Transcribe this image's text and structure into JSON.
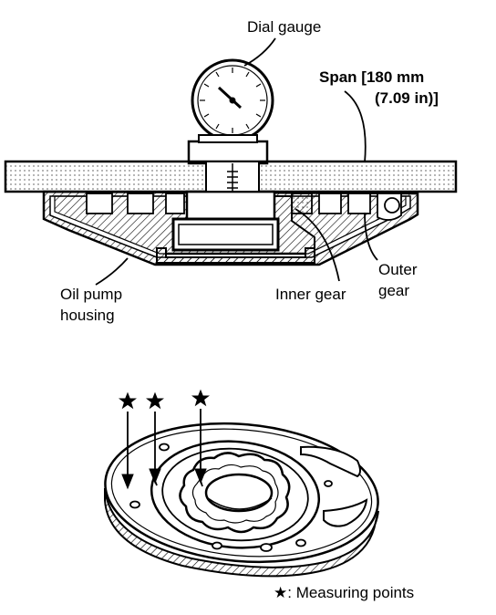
{
  "labels": {
    "dial_gauge": "Dial gauge",
    "span_line1": "Span [180 mm",
    "span_line2": "(7.09 in)]",
    "oil_pump_line1": "Oil pump",
    "oil_pump_line2": "housing",
    "inner_gear": "Inner gear",
    "outer_line1": "Outer",
    "outer_line2": "gear",
    "legend_star": "★",
    "legend_text": ": Measuring points"
  },
  "colors": {
    "ink": "#000000",
    "hatch": "#000000",
    "background": "#ffffff"
  },
  "icons": {
    "measuring_point": "star-icon"
  }
}
